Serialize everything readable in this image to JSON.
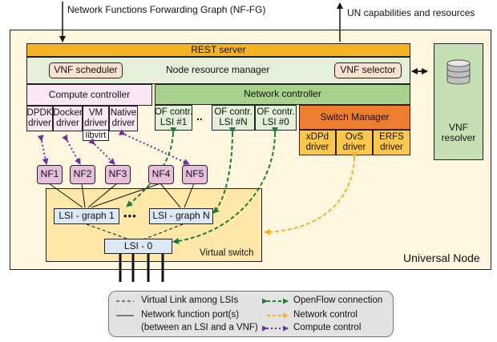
{
  "top": {
    "nffg_label": "Network Functions Forwarding Graph (NF-FG)",
    "un_capabilities_label": "UN capabilities and resources"
  },
  "node": {
    "label": "Universal Node",
    "rest_server": "REST server",
    "node_resource_manager": "Node resource manager",
    "vnf_scheduler": "VNF scheduler",
    "vnf_selector": "VNF selector",
    "vnf_resolver": "VNF\nresolver"
  },
  "compute_controller": {
    "title": "Compute controller",
    "drivers": [
      "DPDK\ndriver",
      "Docker\ndriver",
      "VM\ndriver",
      "Native\ndriver"
    ],
    "libvirt": "libvirt"
  },
  "network_controller": {
    "title": "Network controller",
    "of_controllers": [
      "OF contr.\nLSI #1",
      "OF contr.\nLSI #N",
      "OF contr.\nLSI #0"
    ],
    "dots": ".."
  },
  "switch_manager": {
    "title": "Switch Manager",
    "drivers": [
      "xDPd\ndriver",
      "OvS\ndriver",
      "ERFS\ndriver"
    ]
  },
  "nfs": [
    "NF1",
    "NF2",
    "NF3",
    "NF4",
    "NF5"
  ],
  "virtual_switch": {
    "label": "Virtual switch",
    "lsi_graph_1": "LSI - graph 1",
    "lsi_graph_n": "LSI - graph N",
    "lsi_0": "LSI - 0",
    "dots": "•••"
  },
  "legend": {
    "virtual_link": "Virtual Link among LSIs",
    "nf_port_line1": "Network function port(s)",
    "nf_port_line2": "(between an LSI and a VNF)",
    "openflow": "OpenFlow connection",
    "network_control": "Network control",
    "compute_control": "Compute control"
  },
  "colors": {
    "rest_server": "#f5b324",
    "node_resource_manager": "#e6efd9",
    "inner_box": "#fbe2cf",
    "compute": "#fbe6f4",
    "network_controller": "#a9d18e",
    "of_contr": "#e2f0d9",
    "switch_manager": "#ed7d31",
    "sm_drivers": "#fcc74a",
    "nf": "#e6bfdd",
    "virtual_switch": "#fde8a9",
    "lsi": "#dde8f6",
    "resolver": "#c5e0b4",
    "universal_node": "#fff6e0",
    "legend_bg": "#e2e2e2",
    "openflow": "#1d7d3a",
    "network_control": "#f5b324",
    "compute_control": "#7030a0"
  }
}
